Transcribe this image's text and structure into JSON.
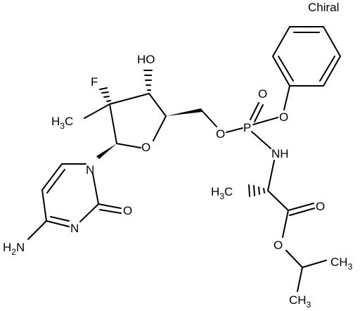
{
  "header": {
    "chiral_label": "Chiral"
  },
  "atoms": {
    "f": "F",
    "oh": "HO",
    "ring_o": "O",
    "ch3_sugar": {
      "main": "H",
      "sub": "3",
      "tail": "C"
    },
    "n1": "N",
    "n3": "N",
    "c2_o": "O",
    "nh2": {
      "main": "H",
      "sub": "2",
      "prefix": "N"
    },
    "o5": "O",
    "p": "P",
    "p_o_double": "O",
    "p_o_phenoxy": "O",
    "nh": "NH",
    "ch3_ala": {
      "main": "H",
      "sub": "3",
      "tail": "C"
    },
    "ester_o_double": "O",
    "ester_o": "O",
    "ch3_iso_1": {
      "main": "CH",
      "sub": "3"
    },
    "ch3_iso_2": {
      "main": "CH",
      "sub": "3"
    }
  }
}
